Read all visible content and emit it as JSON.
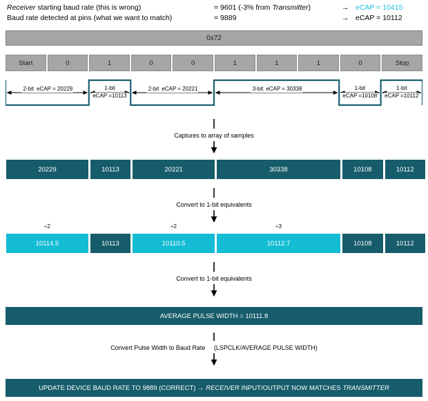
{
  "legend": {
    "rows": [
      {
        "desc_pre": "Receiver",
        "desc_post": " starting baud rate (this is wrong)",
        "value_pre": "= 9601 (-3% from ",
        "value_em": "Transmitter",
        "value_post": ")",
        "arrow": "→",
        "ecap": "eCAP = 10415",
        "ecap_color": "#1fc0d8"
      },
      {
        "desc_pre": "",
        "desc_post": "Baud rate detected at pins (what we want to match)",
        "value_pre": "= 9889",
        "value_em": "",
        "value_post": "",
        "arrow": "→",
        "ecap": "eCAP = 10112",
        "ecap_color": "#000000"
      }
    ]
  },
  "byte_bar": {
    "label": "0x72"
  },
  "bit_row": {
    "cells": [
      {
        "label": "Start"
      },
      {
        "label": "0"
      },
      {
        "label": "1"
      },
      {
        "label": "0"
      },
      {
        "label": "0"
      },
      {
        "label": "1"
      },
      {
        "label": "1"
      },
      {
        "label": "1"
      },
      {
        "label": "0"
      },
      {
        "label": "Stop"
      }
    ]
  },
  "waveform": {
    "stroke_color": "#1a6070",
    "segments": [
      {
        "bits": 2,
        "level": "low",
        "title": "2-bit",
        "ecap": "eCAP = 20229"
      },
      {
        "bits": 1,
        "level": "high",
        "title": "1-bit",
        "ecap": "eCAP =10113"
      },
      {
        "bits": 2,
        "level": "low",
        "title": "2-bit",
        "ecap": "eCAP = 20221"
      },
      {
        "bits": 3,
        "level": "high",
        "title": "3-bit",
        "ecap": "eCAP = 30338"
      },
      {
        "bits": 1,
        "level": "low",
        "title": "1-bit",
        "ecap": "eCAP =10108"
      },
      {
        "bits": 1,
        "level": "high",
        "title": "1-bit",
        "ecap": "eCAP =10112"
      }
    ]
  },
  "flow1": {
    "label": "Captures to array of samples"
  },
  "samples_row": {
    "cells": [
      {
        "value": "20229",
        "bits": 2,
        "style": "teal"
      },
      {
        "value": "10113",
        "bits": 1,
        "style": "teal"
      },
      {
        "value": "20221",
        "bits": 2,
        "style": "teal"
      },
      {
        "value": "30338",
        "bits": 3,
        "style": "teal"
      },
      {
        "value": "10108",
        "bits": 1,
        "style": "teal"
      },
      {
        "value": "10112",
        "bits": 1,
        "style": "teal"
      }
    ]
  },
  "flow2": {
    "label": "Convert to 1-bit equivalents"
  },
  "divide_row": {
    "cells": [
      {
        "label": "÷2",
        "bits": 2
      },
      {
        "label": "",
        "bits": 1
      },
      {
        "label": "÷2",
        "bits": 2
      },
      {
        "label": "÷3",
        "bits": 3
      },
      {
        "label": "",
        "bits": 1
      },
      {
        "label": "",
        "bits": 1
      }
    ]
  },
  "normalized_row": {
    "cells": [
      {
        "value": "10114.5",
        "bits": 2,
        "style": "cyan"
      },
      {
        "value": "10113",
        "bits": 1,
        "style": "teal"
      },
      {
        "value": "10110.5",
        "bits": 2,
        "style": "cyan"
      },
      {
        "value": "10112.7",
        "bits": 3,
        "style": "cyan"
      },
      {
        "value": "10108",
        "bits": 1,
        "style": "teal"
      },
      {
        "value": "10112",
        "bits": 1,
        "style": "teal"
      }
    ]
  },
  "flow3": {
    "label": "Convert to 1-bit equivalents"
  },
  "average_bar": {
    "label": "AVERAGE PULSE WIDTH = 10111.8"
  },
  "flow4": {
    "line1": "Convert Pulse Width to Baud Rate",
    "line2": "(LSPCLK/AVERAGE PULSE WIDTH)"
  },
  "result_bar": {
    "pre": "UPDATE DEVICE BAUD RATE TO 9889 (CORRECT) → ",
    "em1": "RECEIVER",
    "mid": " INPUT/OUTPUT NOW MATCHES ",
    "em2": "TRANSMITTER"
  },
  "colors": {
    "teal": "#175c6b",
    "cyan": "#14bcd4",
    "gray": "#a6a6a6",
    "accent_text": "#1fc0d8"
  }
}
